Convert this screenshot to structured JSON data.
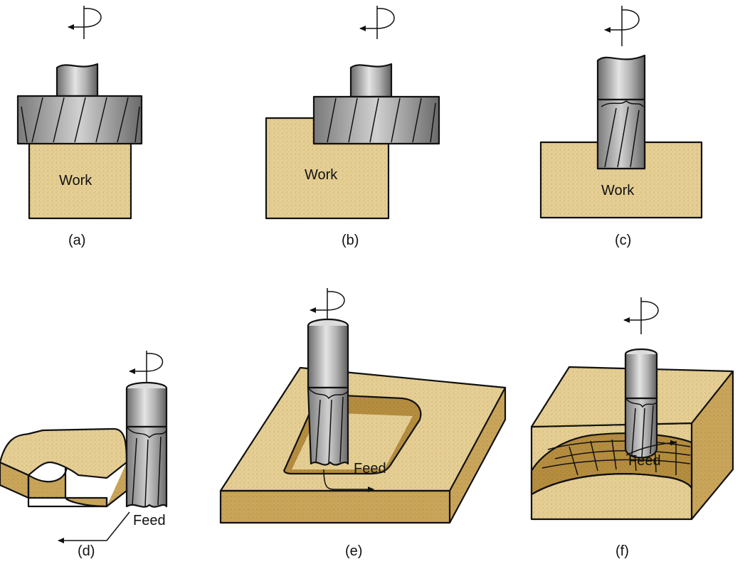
{
  "panels": {
    "a": {
      "caption": "(a)",
      "work_label": "Work"
    },
    "b": {
      "caption": "(b)",
      "work_label": "Work"
    },
    "c": {
      "caption": "(c)",
      "work_label": "Work"
    },
    "d": {
      "caption": "(d)",
      "feed_label": "Feed"
    },
    "e": {
      "caption": "(e)",
      "feed_label": "Feed"
    },
    "f": {
      "caption": "(f)",
      "feed_label": "Feed"
    }
  },
  "colors": {
    "work_face": "#e6cf95",
    "work_side": "#c9a55a",
    "work_pocket": "#b58d3f",
    "tool_dark": "#6d6d6d",
    "tool_light": "#e2e2e2",
    "outline": "#111111"
  },
  "icons": [
    "rotation-arrow-icon",
    "feed-arrow-icon"
  ]
}
